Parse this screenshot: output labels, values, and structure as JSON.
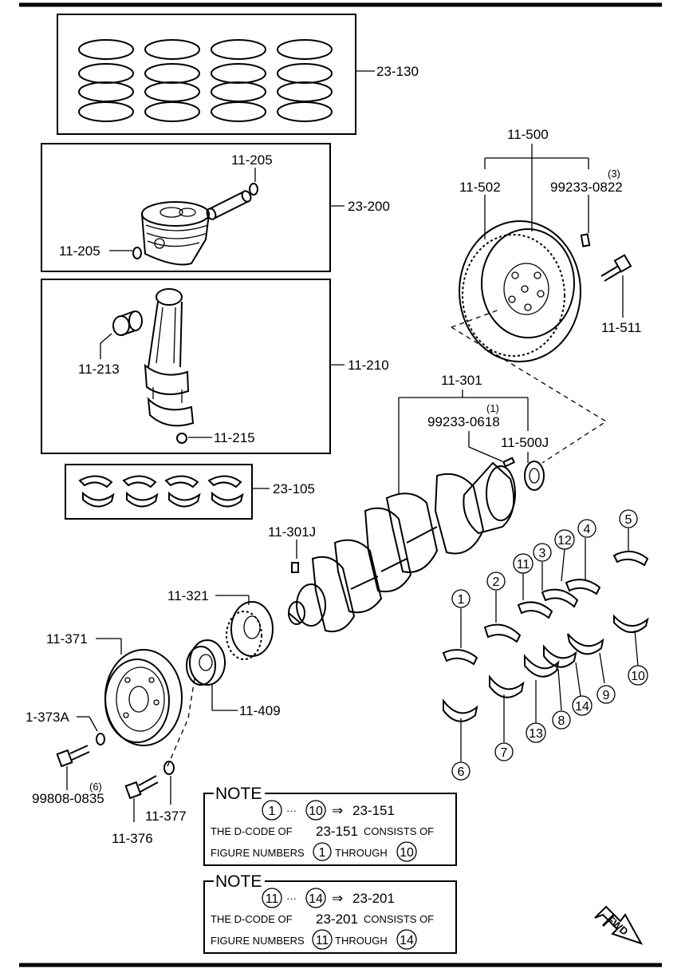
{
  "diagram": {
    "parts": {
      "piston_rings": "23-130",
      "piston_assembly": "23-200",
      "piston_pin_clip_upper": "11-205",
      "piston_pin_clip_lower": "11-205",
      "connecting_rod": "11-210",
      "rod_bushing": "11-213",
      "rod_nut": "11-215",
      "rod_bearings": "23-105",
      "flywheel": "11-500",
      "ring_gear": "11-502",
      "flywheel_pin_code": "99233-0822",
      "flywheel_pin_qty": "(3)",
      "flywheel_bolt": "11-511",
      "crankshaft": "11-301",
      "crank_pin_qty": "(1)",
      "crank_pin_code": "99233-0618",
      "pilot_bearing": "11-500J",
      "key": "11-301J",
      "timing_gear": "11-321",
      "pulley": "11-371",
      "pulley_washer": "1-373A",
      "pulley_bolt_code": "99808-0835",
      "pulley_bolt_qty": "(6)",
      "plate": "11-409",
      "bolt_376": "11-376",
      "washer_377": "11-377"
    },
    "callouts": [
      "1",
      "2",
      "3",
      "4",
      "5",
      "6",
      "7",
      "8",
      "9",
      "10",
      "11",
      "12",
      "13",
      "14"
    ],
    "notes": [
      {
        "title": "NOTE",
        "range_start": "1",
        "dots": "···",
        "range_end": "10",
        "arrow": "⇒",
        "code": "23-151",
        "line1_prefix": "THE D-CODE OF",
        "line1_code": "23-151",
        "line1_suffix": "CONSISTS OF",
        "line2_prefix": "FIGURE NUMBERS",
        "line2_start": "1",
        "line2_through": "THROUGH",
        "line2_end": "10"
      },
      {
        "title": "NOTE",
        "range_start": "11",
        "dots": "···",
        "range_end": "14",
        "arrow": "⇒",
        "code": "23-201",
        "line1_prefix": "THE D-CODE OF",
        "line1_code": "23-201",
        "line1_suffix": "CONSISTS OF",
        "line2_prefix": "FIGURE NUMBERS",
        "line2_start": "11",
        "line2_through": "THROUGH",
        "line2_end": "14"
      }
    ],
    "fwd_label": "FWD"
  }
}
